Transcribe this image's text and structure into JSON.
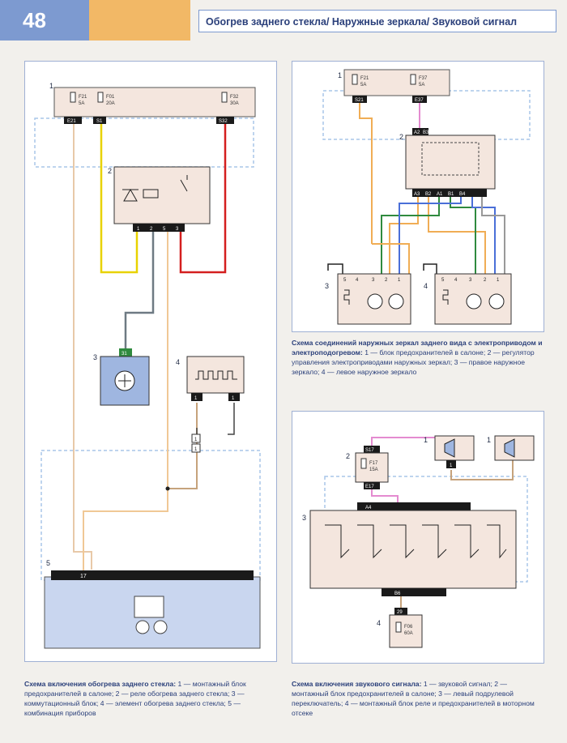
{
  "header": {
    "page_number": "48",
    "title": "Обогрев заднего стекла/ Наружные зеркала/ Звуковой сигнал"
  },
  "colors": {
    "header_blue": "#7d9ad0",
    "header_orange": "#f2b866",
    "wire_yellow": "#e8d200",
    "wire_red": "#d41f1f",
    "wire_gray": "#6e7a83",
    "wire_orange": "#f0ad55",
    "wire_green": "#2f8a3e",
    "wire_pink": "#e48bd0",
    "wire_blue": "#4a6fd8",
    "wire_tan": "#c6a37c",
    "dash_blue": "#a8c6e8"
  },
  "diagram_left": {
    "labels": {
      "n1": "1",
      "n2": "2",
      "n3": "3",
      "n4": "4",
      "n5": "5",
      "f21_a": "F21",
      "f21_b": "5A",
      "f01_a": "F01",
      "f01_b": "20A",
      "f32_a": "F32",
      "f32_b": "30A",
      "pin_e21": "E21",
      "pin_s1": "S1",
      "pin_s32": "S32",
      "relay_p1": "1",
      "relay_p2": "2",
      "relay_p5": "5",
      "relay_p3": "3",
      "pin_31": "31",
      "heater_p1": "1",
      "heater_p1b": "1",
      "conn_1a": "1",
      "conn_1b": "1",
      "pin_17": "17"
    },
    "caption": {
      "bold": "Схема включения обогрева заднего стекла:",
      "text": " 1 — монтажный блок предохранителей в салоне; 2 — реле обогрева заднего стекла; 3 — коммутационный блок; 4 — элемент обогрева заднего стекла; 5 — комбинация приборов"
    }
  },
  "diagram_mirrors": {
    "labels": {
      "n1": "1",
      "n2": "2",
      "n3": "3",
      "n4": "4",
      "f21_a": "F21",
      "f21_b": "5A",
      "f37_a": "F37",
      "f37_b": "5A",
      "pin_s21": "S21",
      "pin_e37": "E37",
      "pin_a2": "A2",
      "pin_b3": "B3",
      "pin_a3": "A3",
      "pin_b2": "B2",
      "pin_a1": "A1",
      "pin_b1": "B1",
      "pin_b4": "B4",
      "r_p5": "5",
      "r_p4": "4",
      "r_p3": "3",
      "r_p2": "2",
      "r_p1": "1",
      "l_p5": "5",
      "l_p4": "4",
      "l_p3": "3",
      "l_p2": "2",
      "l_p1": "1"
    },
    "caption": {
      "bold": "Схема соединений наружных зеркал заднего вида с электроприводом и электроподогревом:",
      "text": " 1 — блок предохранителей в салоне; 2 — регулятор управления электроприводами наружных зеркал; 3 — правое наружное зеркало; 4 — левое наружное зеркало"
    }
  },
  "diagram_horn": {
    "labels": {
      "n1a": "1",
      "n1b": "1",
      "n2": "2",
      "n3": "3",
      "n4": "4",
      "pin_s17": "S17",
      "f17_a": "F17",
      "f17_b": "15A",
      "pin_e17": "E17",
      "horn_pin": "1",
      "pin_a4": "A4",
      "pin_b6": "B6",
      "pin_29": "29",
      "f06_a": "F06",
      "f06_b": "60A"
    },
    "caption": {
      "bold": "Схема включения звукового сигнала:",
      "text": " 1 — звуковой сигнал; 2 — монтажный блок предохранителей в салоне; 3 — левый подрулевой переключатель; 4 — монтажный блок реле и предохранителей в моторном отсеке"
    }
  }
}
